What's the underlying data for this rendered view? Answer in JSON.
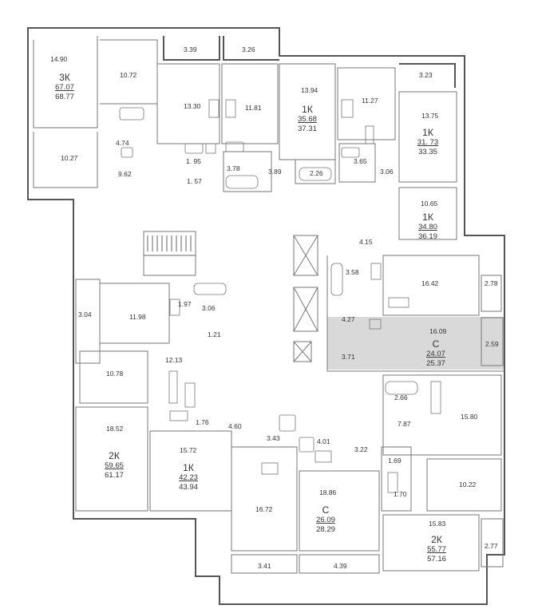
{
  "colors": {
    "wall": "#555555",
    "highlight": "#d9d9d9",
    "text": "#333333"
  },
  "room_areas": [
    "14.90",
    "10.72",
    "3.39",
    "3.26",
    "3.23",
    "13.30",
    "11.81",
    "13.94",
    "11.27",
    "13.75",
    "4.74",
    "10.27",
    "9.62",
    "1. 95",
    "1. 57",
    "3.78",
    "3.89",
    "2.26",
    "3.65",
    "3.06",
    "10.65",
    "4.15",
    "3.58",
    "16.42",
    "2.78",
    "3.04",
    "11.98",
    "1.97",
    "3.06",
    "1.21",
    "4.27",
    "16.09",
    "3.71",
    "2.59",
    "12.13",
    "10.78",
    "2.66",
    "7.87",
    "15.80",
    "18.52",
    "1.76",
    "4.60",
    "3.43",
    "4.01",
    "3.22",
    "15.72",
    "1.69",
    "1.70",
    "10.22",
    "16.72",
    "18.86",
    "15.83",
    "2.77",
    "3.41",
    "4.39"
  ],
  "units": [
    {
      "type": "3К",
      "total": "67.07",
      "with_balcony": "68.77"
    },
    {
      "type": "1К",
      "total": "35.68",
      "with_balcony": "37.31"
    },
    {
      "type": "1К",
      "total": "31. 73",
      "with_balcony": "33.35"
    },
    {
      "type": "1К",
      "total": "34.80",
      "with_balcony": "36.19"
    },
    {
      "type": "С",
      "total": "24.07",
      "with_balcony": "25.37"
    },
    {
      "type": "2К",
      "total": "59.65",
      "with_balcony": "61.17"
    },
    {
      "type": "1К",
      "total": "42.23",
      "with_balcony": "43.94"
    },
    {
      "type": "С",
      "total": "26.09",
      "with_balcony": "28.29"
    },
    {
      "type": "2К",
      "total": "55.77",
      "with_balcony": "57.16"
    }
  ]
}
